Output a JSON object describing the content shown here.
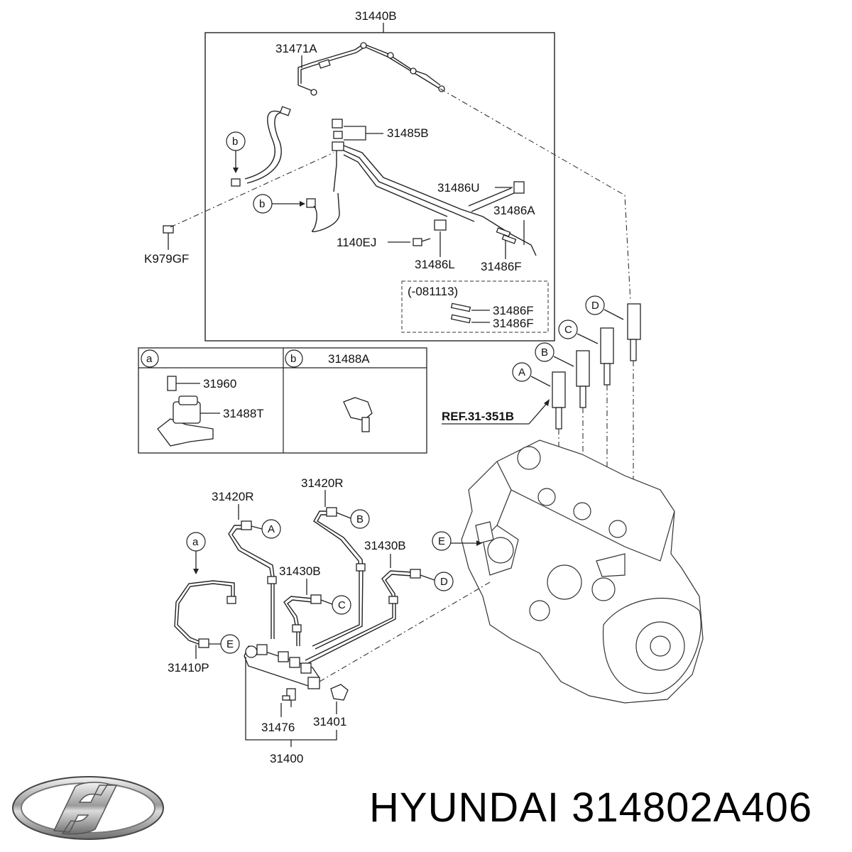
{
  "diagram": {
    "top_assembly": {
      "part_number": "31440B",
      "labels": {
        "p31471A": "31471A",
        "p31485B": "31485B",
        "p31486U": "31486U",
        "p31486A": "31486A",
        "p1140EJ": "1140EJ",
        "p31486L": "31486L",
        "p31486F": "31486F",
        "pK979GF": "K979GF"
      },
      "inset": {
        "date_range": "(-081113)",
        "items": [
          "31486F",
          "31486F"
        ]
      }
    },
    "detail_table": {
      "col_a": {
        "key": "a",
        "parts": [
          "31960",
          "31488T"
        ]
      },
      "col_b": {
        "key": "b",
        "part": "31488A"
      }
    },
    "injectors": {
      "ref": "REF.31-351B",
      "letters": [
        "A",
        "B",
        "C",
        "D"
      ]
    },
    "fuel_rail": {
      "labels": {
        "p31420R_1": "31420R",
        "p31420R_2": "31420R",
        "p31430B_1": "31430B",
        "p31430B_2": "31430B",
        "p31410P": "31410P",
        "p31476": "31476",
        "p31401": "31401",
        "p31400": "31400"
      }
    },
    "callouts": {
      "a": "a",
      "b": "b",
      "A": "A",
      "B": "B",
      "C": "C",
      "D": "D",
      "E": "E"
    }
  },
  "footer": {
    "brand_text": "HYUNDAI 314802A406",
    "logo_icon": "hyundai-logo"
  }
}
